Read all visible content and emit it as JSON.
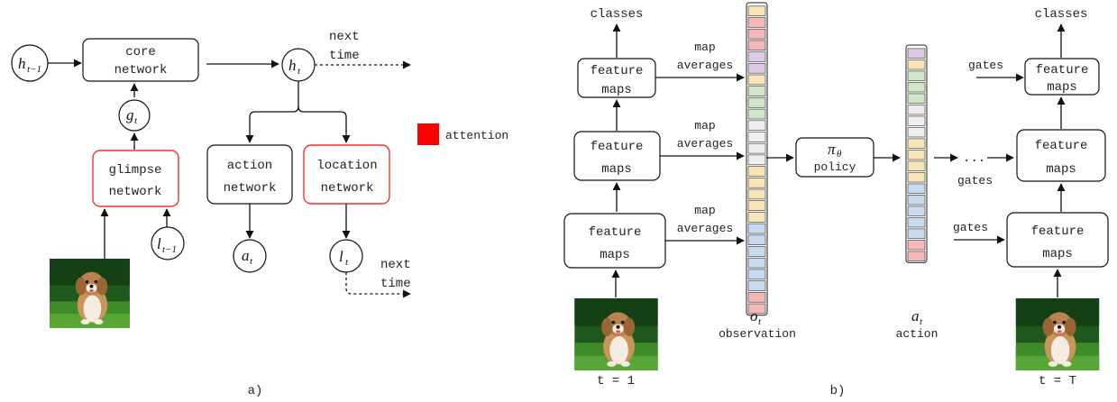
{
  "panel_a": {
    "caption": "a)",
    "h_prev": "h",
    "h_prev_sub": "t−1",
    "core_network": [
      "core",
      "network"
    ],
    "h_t": "h",
    "h_t_sub": "t",
    "next_time_1": [
      "next",
      "time"
    ],
    "g_t": "g",
    "g_t_sub": "t",
    "glimpse_network": [
      "glimpse",
      "network"
    ],
    "l_prev": "l",
    "l_prev_sub": "t−1",
    "action_network": [
      "action",
      "network"
    ],
    "location_network": [
      "location",
      "network"
    ],
    "a_t": "a",
    "a_t_sub": "t",
    "l_t": "l",
    "l_t_sub": "t",
    "next_time_2": [
      "next",
      "time"
    ],
    "legend_label": "attention",
    "legend_color": "#ff0000"
  },
  "panel_b": {
    "caption": "b)",
    "classes_left": "classes",
    "classes_right": "classes",
    "feature_maps": [
      "feature",
      "maps"
    ],
    "map_averages": [
      "map",
      "averages"
    ],
    "policy_symbol": "π",
    "policy_sub": "θ",
    "policy_label": "policy",
    "ellipsis": "...",
    "gates": "gates",
    "o_t": "o",
    "o_t_sub": "t",
    "observation_label": "observation",
    "a_t": "a",
    "a_t_sub": "t",
    "action_label": "action",
    "t_first": "t = 1",
    "t_last": "t = T"
  },
  "observation_cells": [
    "#fbe3b8",
    "#f5b7b7",
    "#f5b7b7",
    "#f5b7b7",
    "#dfcbe8",
    "#dfcbe8",
    "#fbe3b8",
    "#cfe5c6",
    "#cfe5c6",
    "#cfe5c6",
    "#eeeeee",
    "#eeeeee",
    "#eeeeee",
    "#eeeeee",
    "#fbe3b8",
    "#fbe3b8",
    "#fbe3b8",
    "#fbe3b8",
    "#fbe3b8",
    "#c9d9ef",
    "#c9d9ef",
    "#c9d9ef",
    "#c9d9ef",
    "#c9d9ef",
    "#c9d9ef",
    "#f5b7b7",
    "#f5b7b7"
  ],
  "action_cells": [
    "#dfcbe8",
    "#fbe3b8",
    "#cfe5c6",
    "#cfe5c6",
    "#cfe5c6",
    "#eeeeee",
    "#eeeeee",
    "#eeeeee",
    "#fbe3b8",
    "#fbe3b8",
    "#fbe3b8",
    "#fbe3b8",
    "#c9d9ef",
    "#c9d9ef",
    "#c9d9ef",
    "#c9d9ef",
    "#c9d9ef",
    "#f5b7b7",
    "#f5b7b7"
  ]
}
